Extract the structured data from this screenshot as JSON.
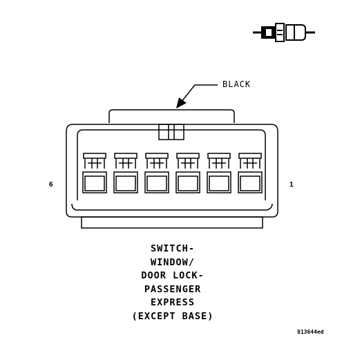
{
  "connector": {
    "wire_color": "BLACK",
    "pin_left": "6",
    "pin_right": "1",
    "terminal_count": 6
  },
  "caption": {
    "lines": [
      "SWITCH-",
      "WINDOW/",
      "DOOR LOCK-",
      "PASSENGER",
      "EXPRESS",
      "(EXCEPT BASE)"
    ]
  },
  "figure_id": "813644ed",
  "icons": {
    "connector_view": "connector-symbol-icon",
    "wire_pointer": "arrow-pointer-icon"
  },
  "colors": {
    "line": "#000000",
    "background": "#ffffff"
  }
}
